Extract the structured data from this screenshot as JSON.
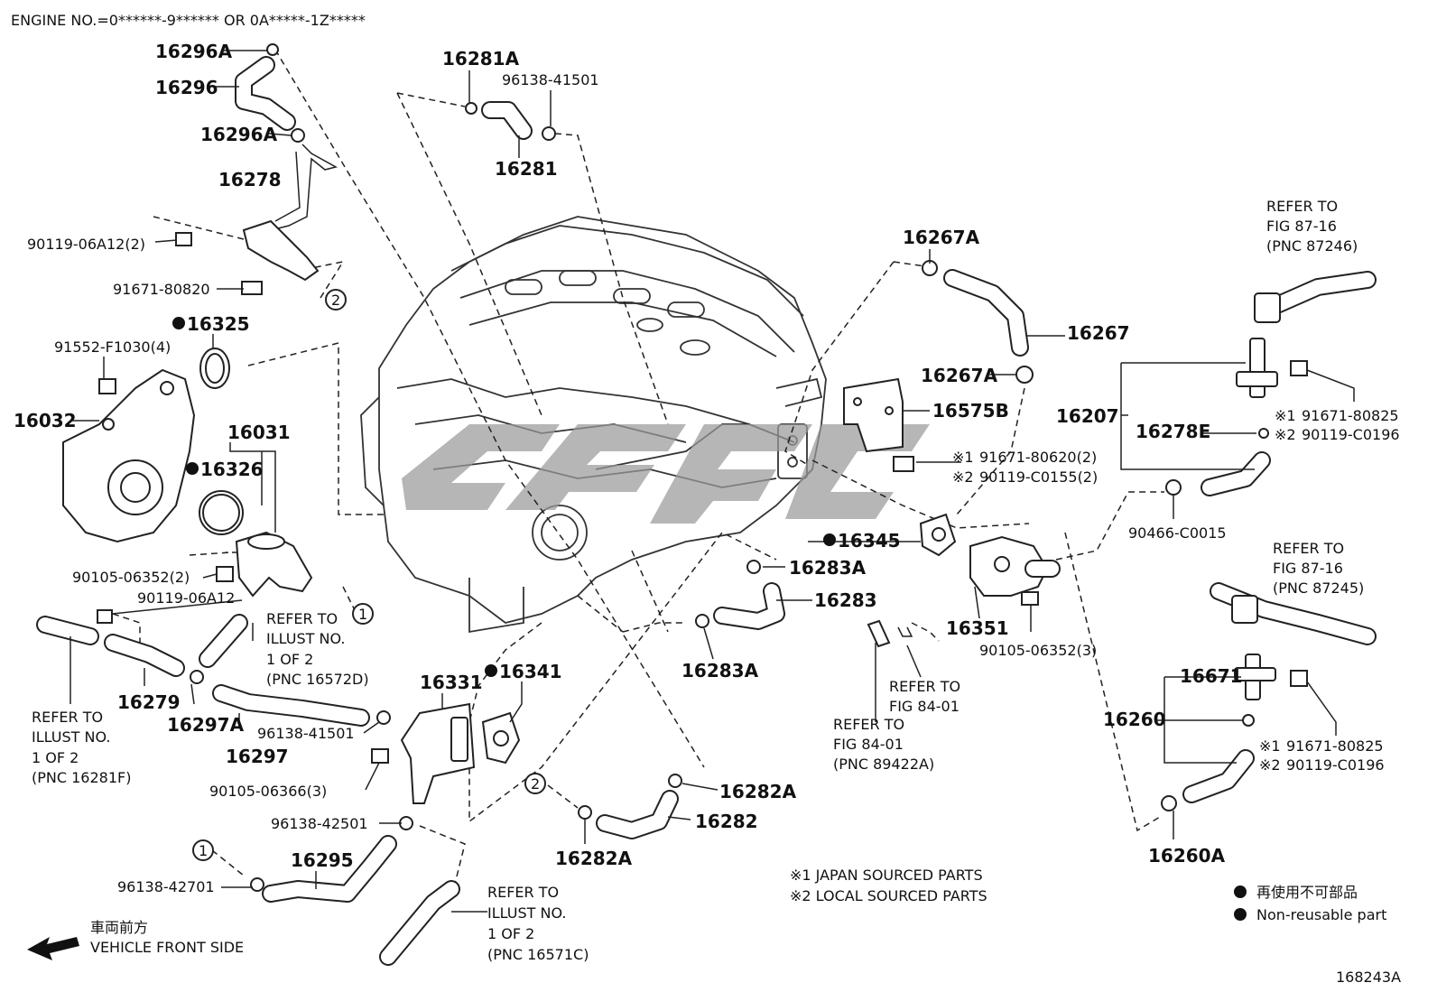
{
  "header": {
    "engine_no": "ENGINE NO.=0******-9****** OR 0A*****-1Z*****"
  },
  "footer": {
    "figure_id": "168243A"
  },
  "watermark": {
    "color": "#9a9a9a"
  },
  "parts": {
    "p16296A_top": "16296A",
    "p16296": "16296",
    "p16296A_mid": "16296A",
    "p16278": "16278",
    "p90119_06A12_2": "90119-06A12(2)",
    "p91671_80820": "91671-80820",
    "p16325": "16325",
    "p91552": "91552-F1030(4)",
    "p16032": "16032",
    "p16031": "16031",
    "p16326": "16326",
    "p90105_06352_2": "90105-06352(2)",
    "p90119_06A12": "90119-06A12",
    "p16279": "16279",
    "p16297A": "16297A",
    "p16297": "16297",
    "p96138_41501_b": "96138-41501",
    "p90105_06366": "90105-06366(3)",
    "p96138_42501": "96138-42501",
    "p96138_42701": "96138-42701",
    "p16295": "16295",
    "p16331": "16331",
    "p16341": "16341",
    "p16281A": "16281A",
    "p96138_41501_t": "96138-41501",
    "p16281": "16281",
    "p16283A_r": "16283A",
    "p16283": "16283",
    "p16283A_b": "16283A",
    "p16282A_r": "16282A",
    "p16282": "16282",
    "p16282A_b": "16282A",
    "p16267A_t": "16267A",
    "p16267": "16267",
    "p16267A_m": "16267A",
    "p16575B": "16575B",
    "p91671_80620": "91671-80620(2)",
    "p90119_C0155": "90119-C0155(2)",
    "p16345": "16345",
    "p16351": "16351",
    "p90105_06352_3": "90105-06352(3)",
    "p16207": "16207",
    "p16278E": "16278E",
    "p91671_80825_a": "91671-80825",
    "p90119_C0196_a": "90119-C0196",
    "p90466": "90466-C0015",
    "p16671": "16671",
    "p16260": "16260",
    "p91671_80825_b": "91671-80825",
    "p90119_C0196_b": "90119-C0196",
    "p16260A": "16260A"
  },
  "callouts": {
    "circle_2_a": "2",
    "circle_1_a": "1",
    "circle_1_b": "1",
    "circle_2_b": "2"
  },
  "marks": {
    "star1": "※1",
    "star2": "※2"
  },
  "refs": {
    "illust_16572D": [
      "REFER TO",
      "ILLUST NO.",
      "1 OF 2",
      "(PNC 16572D)"
    ],
    "illust_16281F": [
      "REFER TO",
      "ILLUST NO.",
      "1 OF 2",
      "(PNC 16281F)"
    ],
    "illust_16571C": [
      "REFER TO",
      "ILLUST NO.",
      "1 OF 2",
      "(PNC 16571C)"
    ],
    "fig_87_16_a": [
      "REFER TO",
      "FIG 87-16",
      "(PNC 87246)"
    ],
    "fig_87_16_b": [
      "REFER TO",
      "FIG 87-16",
      "(PNC 87245)"
    ],
    "fig_84_01_a": [
      "REFER TO",
      "FIG 84-01"
    ],
    "fig_84_01_b": [
      "REFER TO",
      "FIG 84-01",
      "(PNC 89422A)"
    ]
  },
  "notes": {
    "japan": "※1 JAPAN SOURCED PARTS",
    "local": "※2 LOCAL SOURCED PARTS"
  },
  "legend": {
    "jp_label": "再使用不可部品",
    "en_label": "Non-reusable part"
  },
  "direction": {
    "jp_label": "車両前方",
    "en_label": "VEHICLE FRONT SIDE"
  }
}
